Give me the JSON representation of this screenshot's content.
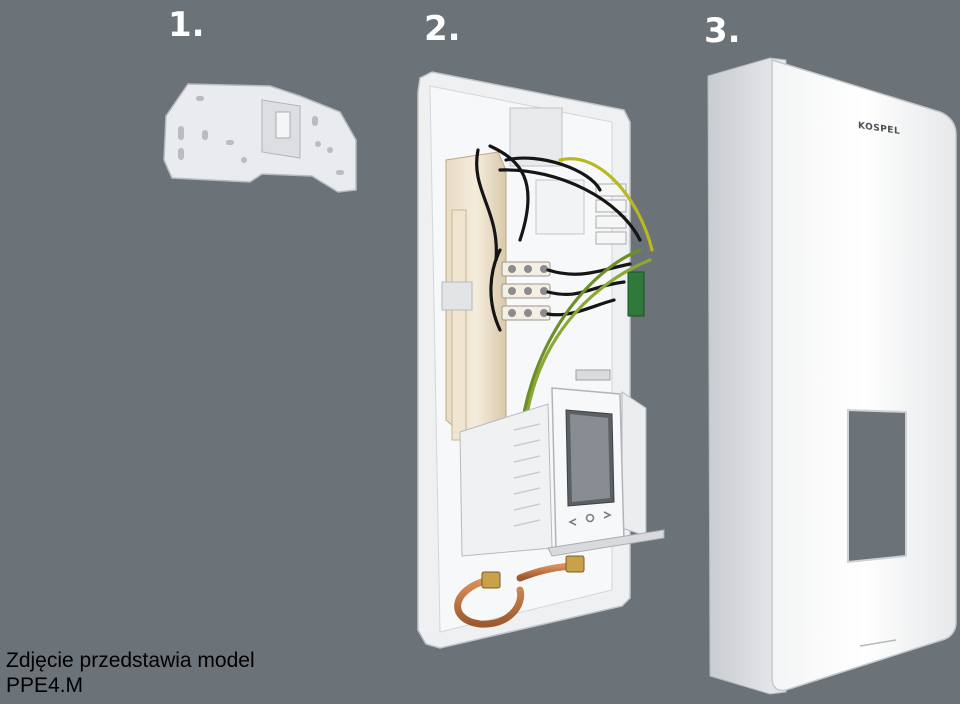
{
  "steps": {
    "step1_label": "1.",
    "step2_label": "2.",
    "step3_label": "3."
  },
  "cover": {
    "brand_logo": "KOSPEL"
  },
  "caption": {
    "line1": "Zdjęcie przedstawia model",
    "line2": "PPE4.M"
  },
  "colors": {
    "background": "#6b7278",
    "label_text": "#ffffff",
    "caption_text": "#000000"
  },
  "icons": {
    "left_arrow": "left-arrow-icon",
    "circle": "circle-icon",
    "right_arrow": "right-arrow-icon"
  }
}
